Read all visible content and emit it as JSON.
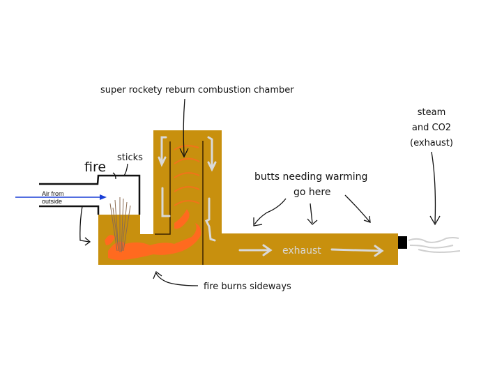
{
  "diagram": {
    "title": "Rocket stove bench diagram",
    "colors": {
      "body": "#c8900e",
      "flame": "#ff6a1f",
      "flow_arrow": "#d9d9d9",
      "air_arrow": "#1a3fd6",
      "outline": "#111111",
      "cap": "#000000"
    },
    "labels": {
      "chamber": "super rockety reburn combustion chamber",
      "fire": "fire",
      "sticks": "sticks",
      "air_line1": "Air from",
      "air_line2": "outside",
      "butts_line1": "butts needing warming",
      "butts_line2": "go here",
      "exhaust_inside": "exhaust",
      "steam_line1": "steam",
      "steam_line2": "and CO2",
      "steam_line3": "(exhaust)",
      "fire_burns": "fire burns sideways"
    }
  }
}
